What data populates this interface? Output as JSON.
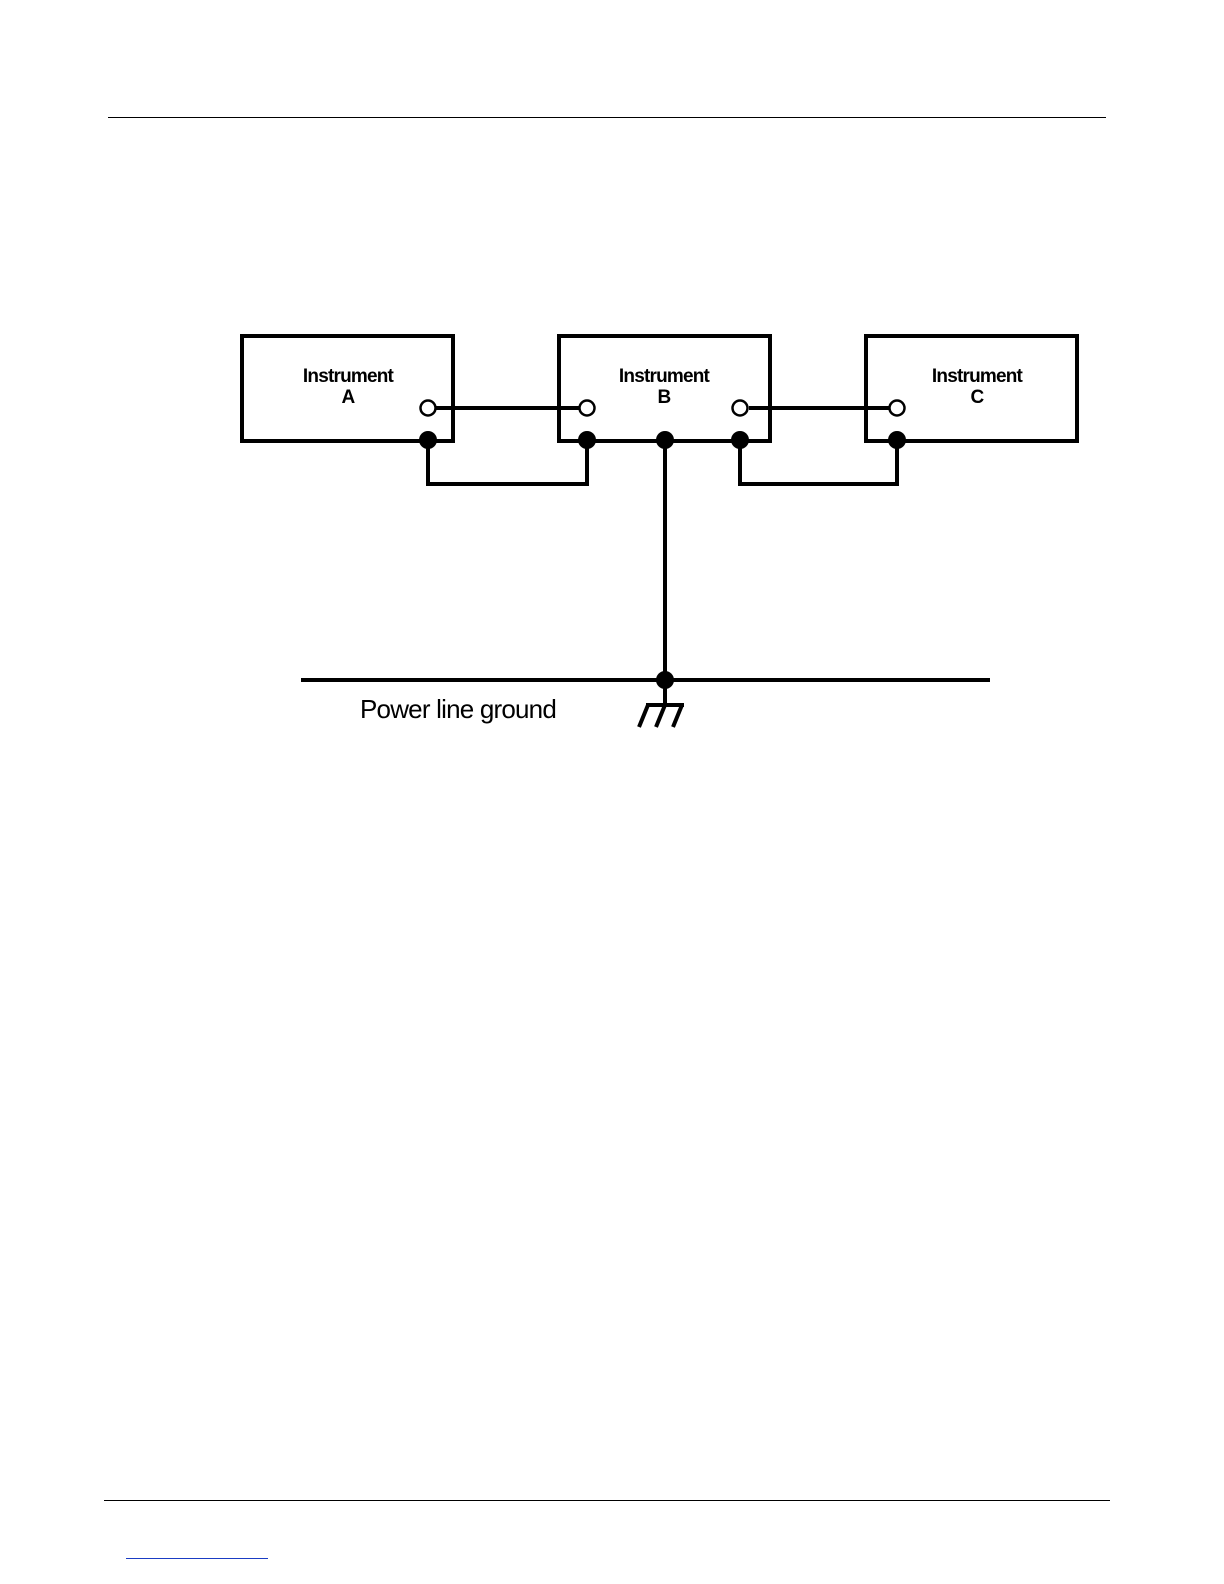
{
  "diagram": {
    "instruments": [
      {
        "id": "a",
        "name": "Instrument",
        "letter": "A"
      },
      {
        "id": "b",
        "name": "Instrument",
        "letter": "B"
      },
      {
        "id": "c",
        "name": "Instrument",
        "letter": "C"
      }
    ],
    "ground_label": "Power line ground"
  }
}
